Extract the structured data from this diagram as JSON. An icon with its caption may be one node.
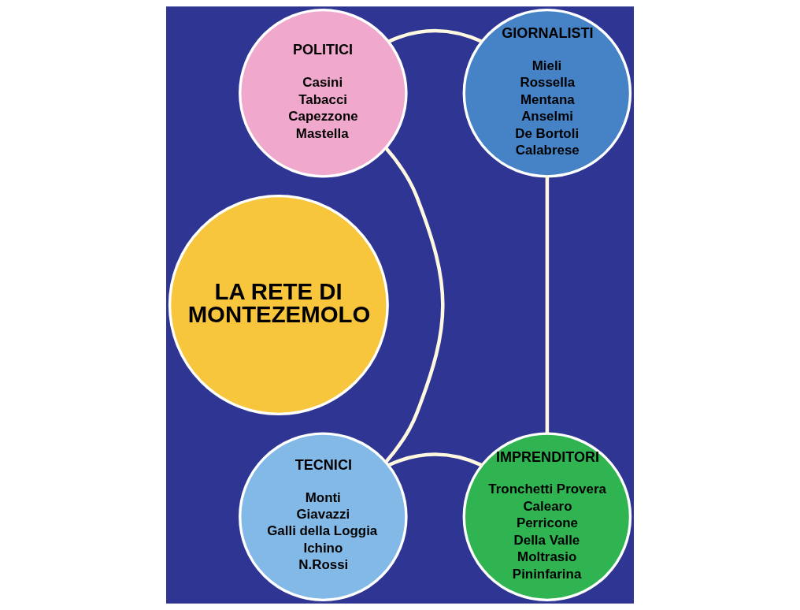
{
  "diagram": {
    "nodes": [
      {
        "text": [
          "POLITICI",
          "Casini",
          "Tabacci",
          "Capezzone",
          "Mastella"
        ]
      },
      {
        "text": [
          "GIORNALISTI",
          "Mieli",
          "Rossella",
          "Mentana",
          "Anselmi",
          "De Bortoli",
          "Calabrese"
        ]
      },
      {
        "text": [
          "LA RETE DI MONTEZEMOLO"
        ]
      },
      {
        "text": [
          "TECNICI",
          "Monti",
          "Giavazzi",
          "Galli della Loggia",
          "Ichino",
          "N.Rossi"
        ]
      },
      {
        "text": [
          "IMPRENDITORI",
          "Tronchetti Provera",
          "Calearo",
          "Perricone",
          "Della Valle",
          "Moltrasio",
          "Pininfarina"
        ]
      }
    ],
    "edges": [
      {
        "from": 0,
        "to": 1,
        "arrow": "none"
      },
      {
        "from": 1,
        "to": 4,
        "arrow": "none"
      },
      {
        "from": 4,
        "to": 3,
        "arrow": "none"
      },
      {
        "from": 3,
        "to": 0,
        "arrow": "none"
      }
    ]
  }
}
